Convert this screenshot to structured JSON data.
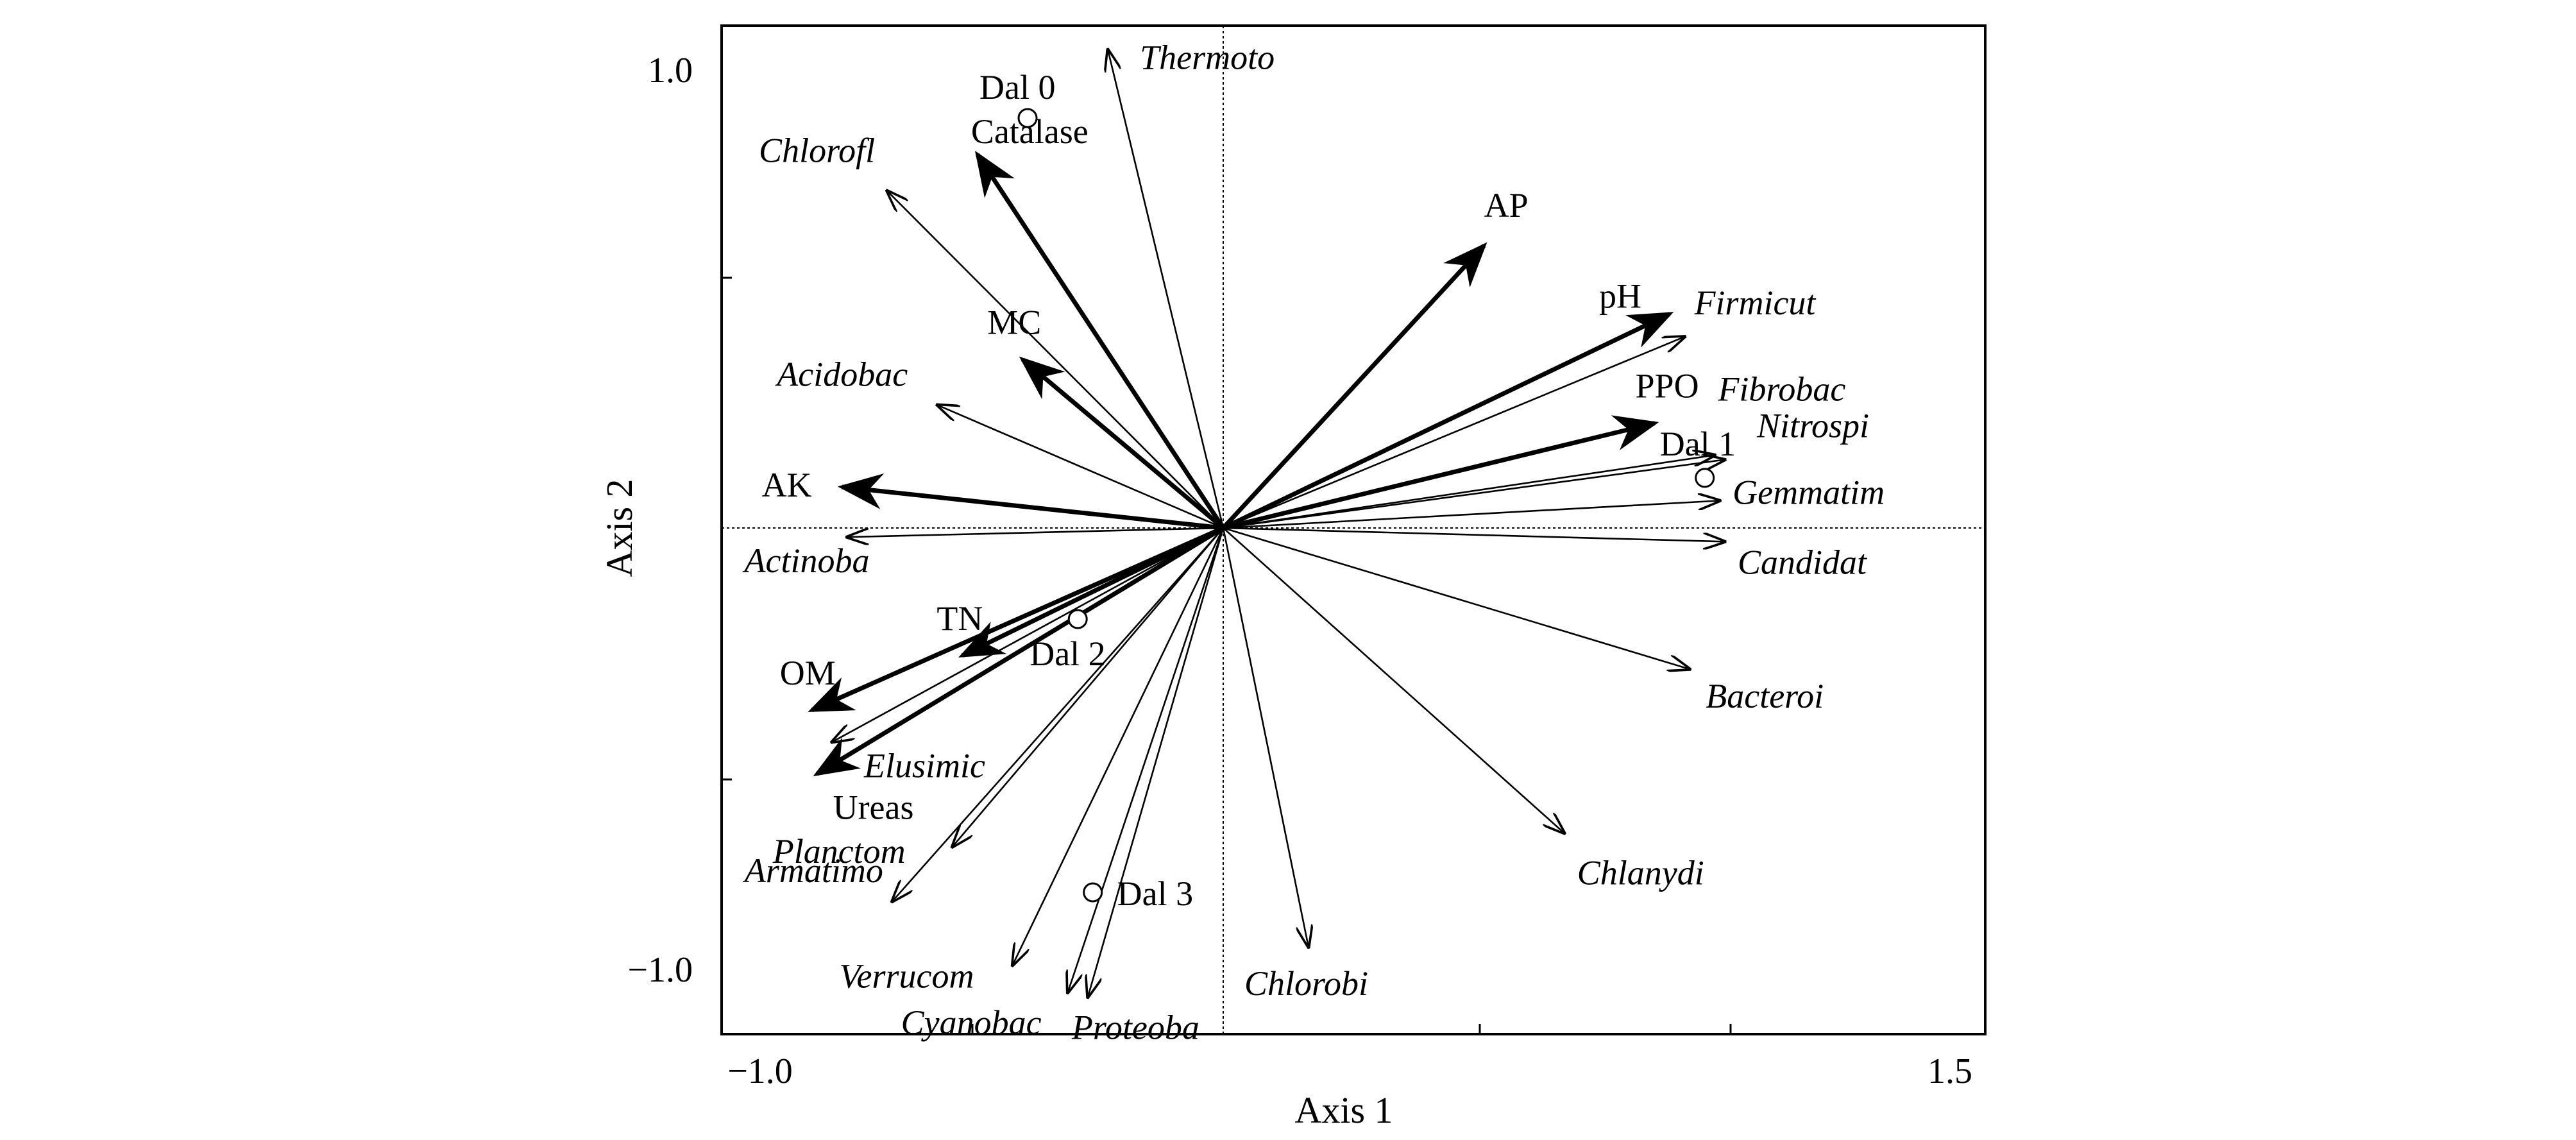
{
  "chart_data": {
    "type": "biplot",
    "xlabel": "Axis 1",
    "ylabel": "Axis 2",
    "xlim": [
      -1.0,
      1.5
    ],
    "ylim": [
      -1.1,
      1.1
    ],
    "x_tick_labels": [
      "−1.0",
      "1.5"
    ],
    "y_tick_labels": [
      "1.0",
      "−1.0"
    ],
    "grid": false,
    "environmental_vectors": [
      {
        "label": "Catalase",
        "x": -0.49,
        "y": 0.82
      },
      {
        "label": "MC",
        "x": -0.4,
        "y": 0.37
      },
      {
        "label": "AK",
        "x": -0.76,
        "y": 0.09
      },
      {
        "label": "TN",
        "x": -0.52,
        "y": -0.28
      },
      {
        "label": "OM",
        "x": -0.82,
        "y": -0.4
      },
      {
        "label": "Ureas",
        "x": -0.81,
        "y": -0.54
      },
      {
        "label": "AP",
        "x": 0.52,
        "y": 0.62
      },
      {
        "label": "pH",
        "x": 0.89,
        "y": 0.47
      },
      {
        "label": "PPO",
        "x": 0.86,
        "y": 0.23
      }
    ],
    "species_vectors": [
      {
        "label": "Thermoto",
        "x": -0.23,
        "y": 1.05
      },
      {
        "label": "Chlorofl",
        "x": -0.67,
        "y": 0.74
      },
      {
        "label": "Acidobac",
        "x": -0.57,
        "y": 0.27
      },
      {
        "label": "Actinoba",
        "x": -0.75,
        "y": -0.02
      },
      {
        "label": "Elusimic",
        "x": -0.78,
        "y": -0.47
      },
      {
        "label": "Planctom",
        "x": -0.54,
        "y": -0.7
      },
      {
        "label": "Armatimo",
        "x": -0.66,
        "y": -0.82
      },
      {
        "label": "Verrucom",
        "x": -0.42,
        "y": -0.96
      },
      {
        "label": "Cyanobac",
        "x": -0.31,
        "y": -1.02
      },
      {
        "label": "Proteoba",
        "x": -0.27,
        "y": -1.03
      },
      {
        "label": "Chlorobi",
        "x": 0.17,
        "y": -0.92
      },
      {
        "label": "Chlanydi",
        "x": 0.68,
        "y": -0.67
      },
      {
        "label": "Bacteroi",
        "x": 0.93,
        "y": -0.31
      },
      {
        "label": "Candidat",
        "x": 1.0,
        "y": -0.03
      },
      {
        "label": "Gemmatim",
        "x": 0.99,
        "y": 0.06
      },
      {
        "label": "Nitrospi",
        "x": 1.0,
        "y": 0.15
      },
      {
        "label": "Fibrobac",
        "x": 0.98,
        "y": 0.16
      },
      {
        "label": "Firmicut",
        "x": 0.92,
        "y": 0.42
      }
    ],
    "samples": [
      {
        "label": "Dal 0",
        "x": -0.39,
        "y": 0.9
      },
      {
        "label": "Dal 1",
        "x": 0.96,
        "y": 0.11
      },
      {
        "label": "Dal 2",
        "x": -0.29,
        "y": -0.2
      },
      {
        "label": "Dal 3",
        "x": -0.26,
        "y": -0.8
      }
    ]
  }
}
